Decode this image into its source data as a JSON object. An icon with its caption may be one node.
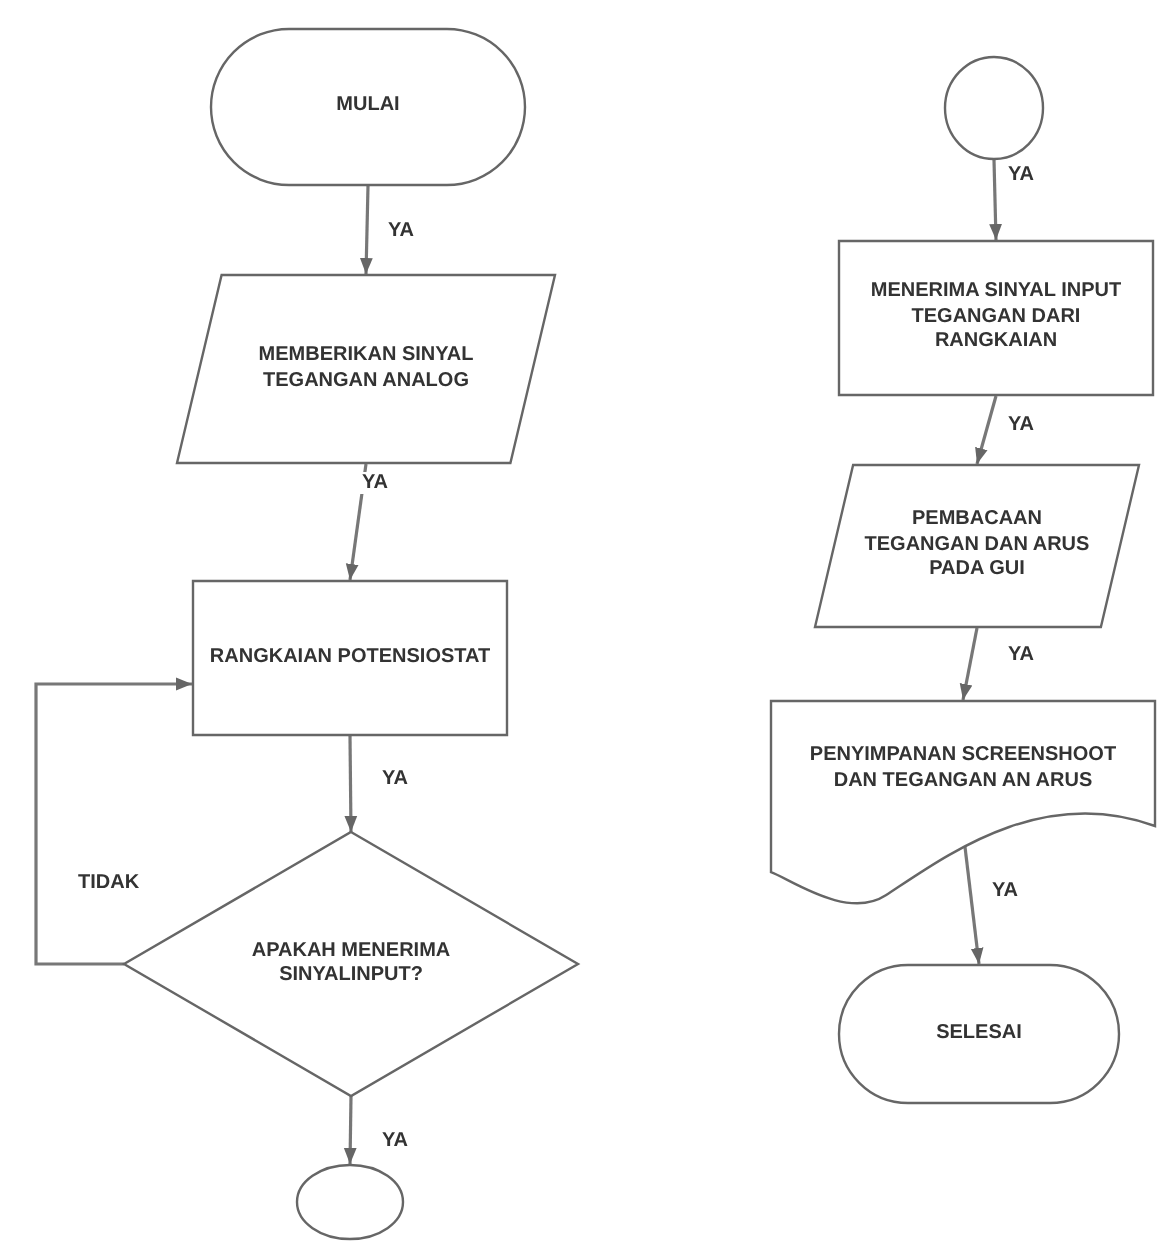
{
  "diagram": {
    "nodes": [
      {
        "text": [
          "MULAI"
        ]
      },
      {
        "text": [
          "MEMBERIKAN SINYAL TEGANGAN ANALOG"
        ]
      },
      {
        "text": [
          "RANGKAIAN POTENSIOSTAT"
        ]
      },
      {
        "text": [
          "APAKAH MENERIMA SINYALINPUT?"
        ]
      },
      {
        "text": [],
        "shape": "circle"
      },
      {
        "text": [],
        "shape": "circle"
      },
      {
        "text": [
          "MENERIMA SINYAL INPUT TEGANGAN DARI RANGKAIAN"
        ]
      },
      {
        "text": [
          "PEMBACAAN TEGANGAN DAN ARUS PADA GUI"
        ]
      },
      {
        "text": [
          "PENYIMPANAN SCREENSHOOT DAN TEGANGAN AN ARUS"
        ]
      },
      {
        "text": [
          "SELESAI"
        ]
      }
    ],
    "edges": [
      {
        "from": 0,
        "to": 1,
        "arrow": "to",
        "label": "YA"
      },
      {
        "from": 1,
        "to": 2,
        "arrow": "to",
        "label": "YA"
      },
      {
        "from": 2,
        "to": 3,
        "arrow": "to",
        "label": "YA"
      },
      {
        "from": 3,
        "to": 2,
        "arrow": "to",
        "label": "TIDAK"
      },
      {
        "from": 3,
        "to": 4,
        "arrow": "to",
        "label": "YA"
      },
      {
        "from": 5,
        "to": 6,
        "arrow": "to",
        "label": "YA"
      },
      {
        "from": 6,
        "to": 7,
        "arrow": "to",
        "label": "YA"
      },
      {
        "from": 7,
        "to": 8,
        "arrow": "to",
        "label": "YA"
      },
      {
        "from": 8,
        "to": 9,
        "arrow": "to",
        "label": "YA"
      }
    ]
  }
}
